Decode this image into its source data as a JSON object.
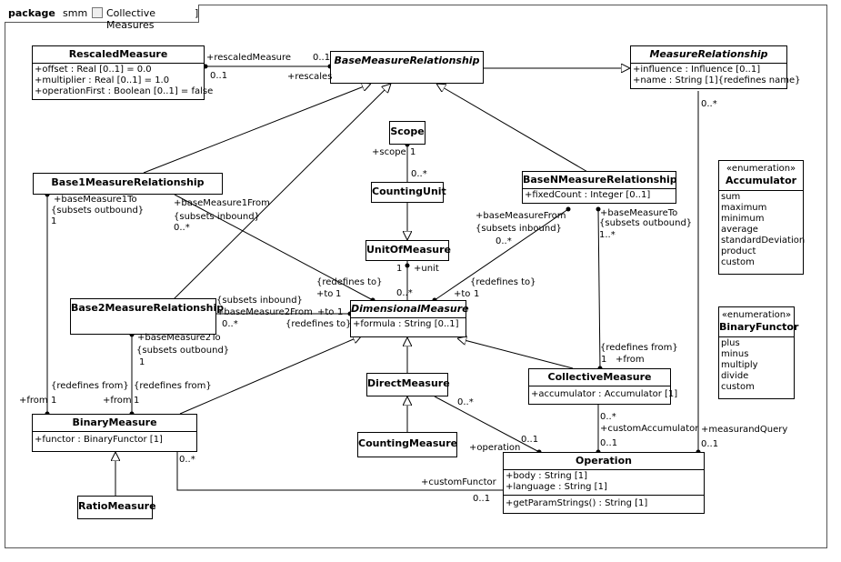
{
  "package": {
    "keyword": "package",
    "namespace": "smm",
    "name": "Collective Measures"
  },
  "classes": {
    "rescaled": {
      "name": "RescaledMeasure",
      "attrs": [
        "+offset : Real [0..1] = 0.0",
        "+multiplier : Real [0..1] = 1.0",
        "+operationFirst : Boolean [0..1] = false"
      ]
    },
    "basemr": {
      "name": "BaseMeasureRelationship",
      "abstract": true
    },
    "measurerel": {
      "name": "MeasureRelationship",
      "abstract": true,
      "attrs": [
        "+influence : Influence [0..1]",
        "+name : String [1]{redefines name}"
      ]
    },
    "scope": {
      "name": "Scope"
    },
    "countingunit": {
      "name": "CountingUnit"
    },
    "unitofmeasure": {
      "name": "UnitOfMeasure"
    },
    "base1": {
      "name": "Base1MeasureRelationship"
    },
    "basen": {
      "name": "BaseNMeasureRelationship",
      "attrs": [
        "+fixedCount : Integer [0..1]"
      ]
    },
    "base2": {
      "name": "Base2MeasureRelationship"
    },
    "dimensional": {
      "name": "DimensionalMeasure",
      "abstract": true,
      "attrs": [
        "+formula : String [0..1]"
      ]
    },
    "direct": {
      "name": "DirectMeasure"
    },
    "countingmeasure": {
      "name": "CountingMeasure"
    },
    "collective": {
      "name": "CollectiveMeasure",
      "attrs": [
        "+accumulator : Accumulator [1]"
      ]
    },
    "binary": {
      "name": "BinaryMeasure",
      "attrs": [
        "+functor : BinaryFunctor [1]"
      ]
    },
    "ratio": {
      "name": "RatioMeasure"
    },
    "operation": {
      "name": "Operation",
      "attrs": [
        "+body : String [1]",
        "+language : String [1]"
      ],
      "ops": [
        "+getParamStrings() : String [1]"
      ]
    },
    "accumulator": {
      "stereotype": "«enumeration»",
      "name": "Accumulator",
      "literals": [
        "sum",
        "maximum",
        "minimum",
        "average",
        "standardDeviation",
        "product",
        "custom"
      ]
    },
    "binaryfunctor": {
      "stereotype": "«enumeration»",
      "name": "BinaryFunctor",
      "literals": [
        "plus",
        "minus",
        "multiply",
        "divide",
        "custom"
      ]
    }
  },
  "labels": [
    "+rescaledMeasure",
    "0..1",
    "0..1",
    "+rescales",
    "0..*",
    "+scope",
    "1",
    "0..*",
    "1",
    "+unit",
    "0..*",
    "+baseMeasure1To",
    "{subsets outbound}",
    "1",
    "+baseMeasure1From",
    "{subsets inbound}",
    "0..*",
    "+baseMeasureFrom",
    "{subsets inbound}",
    "0..*",
    "+baseMeasureTo",
    "{subsets outbound}",
    "1..*",
    "{redefines to}",
    "+to",
    "1",
    "{redefines to}",
    "+to",
    "1",
    "{subsets inbound}",
    "+baseMeasure2From",
    "0..*",
    "+to",
    "1",
    "{redefines to}",
    "+baseMeasure2To",
    "{subsets outbound}",
    "1",
    "{redefines from}",
    "+from",
    "1",
    "{redefines from}",
    "+from",
    "1",
    "{redefines from}",
    "1",
    "+from",
    "0..*",
    "0..1",
    "+operation",
    "0..*",
    "+customAccumulator",
    "0..1",
    "+measurandQuery",
    "0..1",
    "0..*",
    "+customFunctor",
    "0..1"
  ]
}
